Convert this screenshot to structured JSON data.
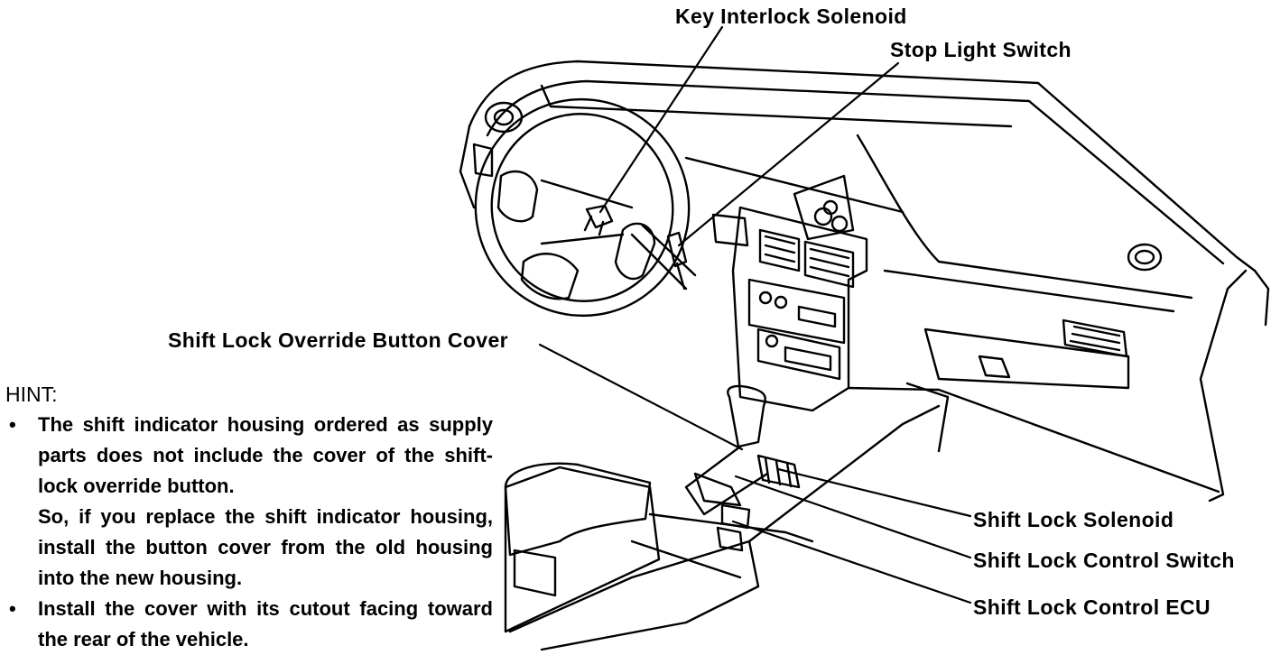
{
  "labels": {
    "key_interlock_solenoid": "Key Interlock Solenoid",
    "stop_light_switch": "Stop Light Switch",
    "shift_lock_override_button_cover": "Shift Lock Override Button Cover",
    "shift_lock_solenoid": "Shift Lock Solenoid",
    "shift_lock_control_switch": "Shift Lock Control Switch",
    "shift_lock_control_ecu": "Shift Lock Control ECU"
  },
  "hint": {
    "title": "HINT:",
    "bullet_char": "•",
    "items": [
      {
        "line1": "The shift indicator housing ordered as supply parts does not include the cover of the shift-lock override button.",
        "line2": "So, if you replace the shift indicator housing, install the button cover from the old housing into the new housing."
      },
      {
        "line1": "Install the cover with its cutout facing toward the rear of the vehicle."
      }
    ]
  }
}
